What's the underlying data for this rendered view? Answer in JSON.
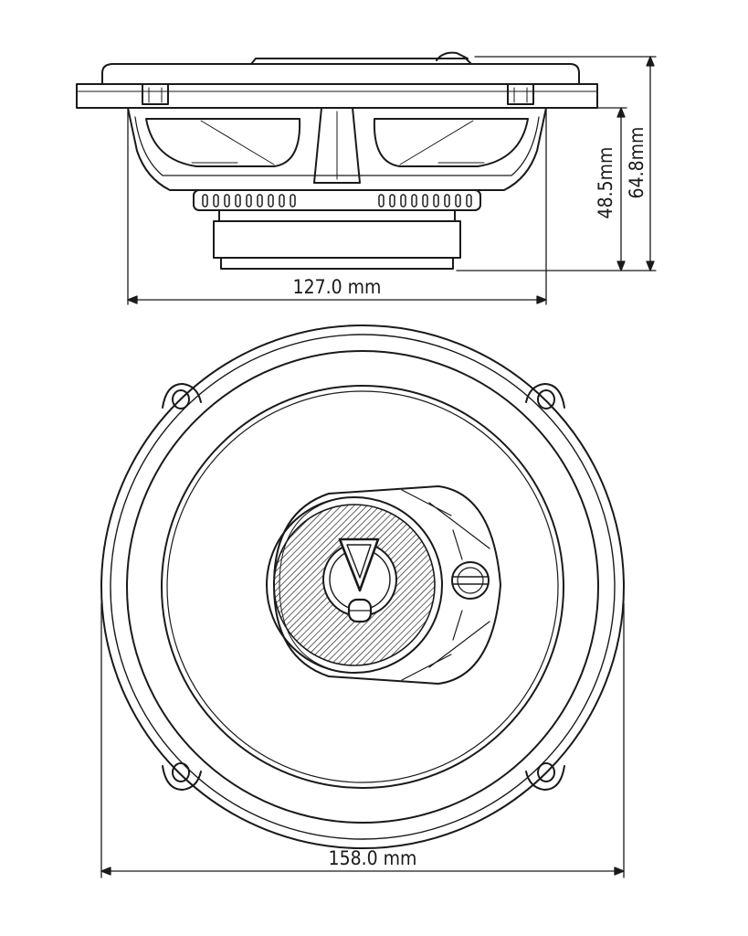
{
  "diagram": {
    "dimensions": {
      "mounting_depth": "127.0 mm",
      "mounting_height": "48.5mm",
      "total_height": "64.8mm",
      "outer_diameter": "158.0 mm"
    }
  }
}
